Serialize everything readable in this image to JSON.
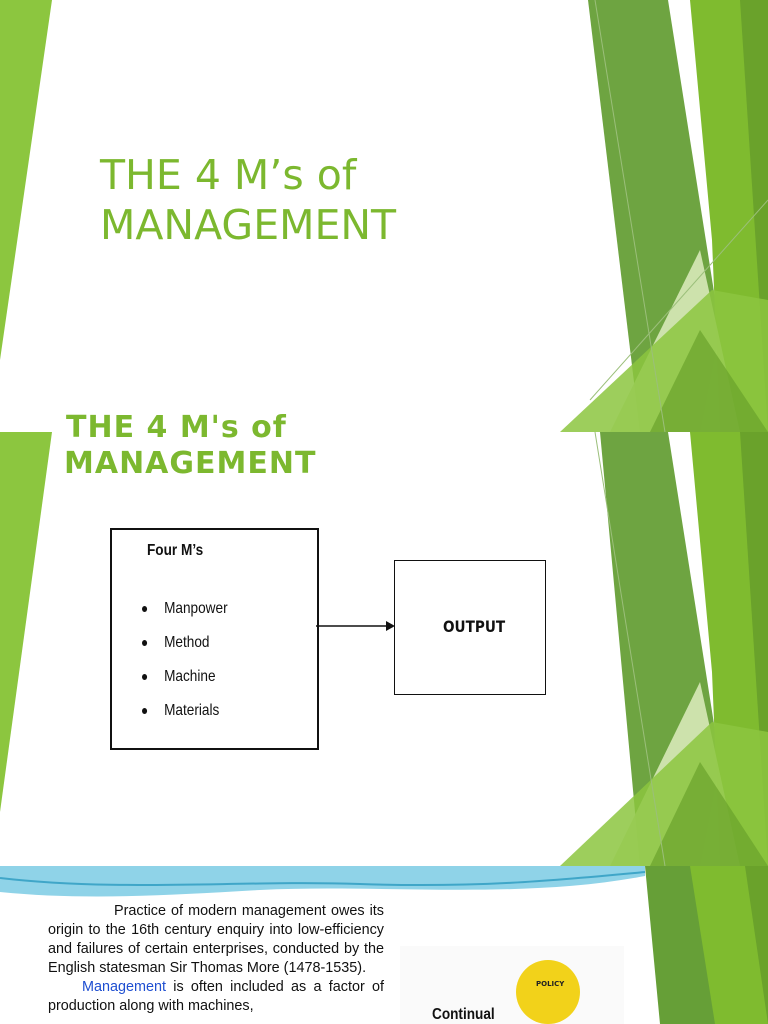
{
  "slide1": {
    "title_line1": "THE 4 M’s of",
    "title_line2": "MANAGEMENT"
  },
  "slide2": {
    "title_cut": "THE 4 M's of",
    "title": "MANAGEMENT",
    "diagram": {
      "box_heading": "Four M’s",
      "items": [
        "Manpower",
        "Method",
        "Machine",
        "Materials"
      ],
      "output_label": "OUTPUT"
    }
  },
  "slide3": {
    "para_line1": "Practice of modern management owes its origin to the 16th century enquiry into low-efficiency and failures of certain enterprises, conducted by the English statesman Sir Thomas More (1478-1535).",
    "para_highlight": "Management",
    "para_line2": " is often included as a factor of production along with machines,",
    "figure": {
      "policy_label": "POLICY",
      "continual_label": "Continual"
    }
  },
  "colors": {
    "accent_green": "#7cb82f",
    "dark_green": "#5e9a2c",
    "light_green": "#a9d45f",
    "pale_green": "#d7e9b8",
    "text_dark": "#111111",
    "link_blue": "#1f4fd1"
  }
}
